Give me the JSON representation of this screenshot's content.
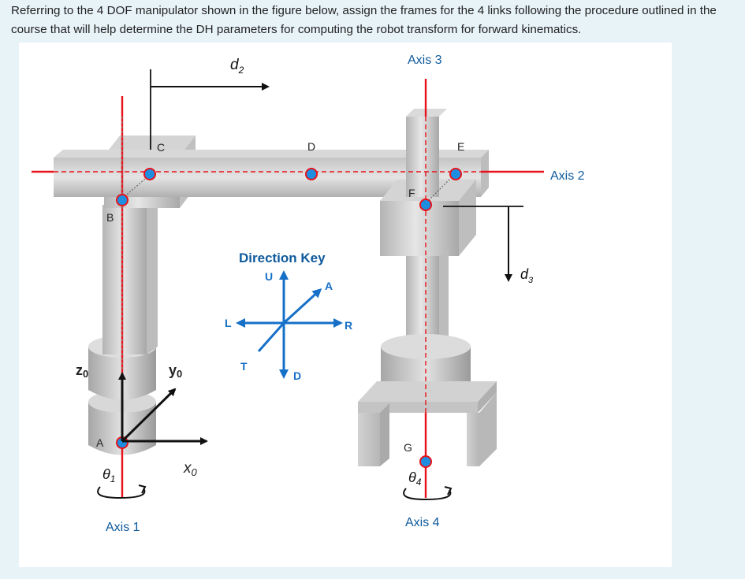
{
  "question": "Referring to the 4 DOF manipulator shown in the figure below, assign the frames for the 4 links following the procedure outlined in the course that will help determine the DH parameters for computing the robot transform for forward kinematics.",
  "axes": {
    "axis1": "Axis 1",
    "axis2": "Axis 2",
    "axis3": "Axis 3",
    "axis4": "Axis 4"
  },
  "joints": {
    "A": "A",
    "B": "B",
    "C": "C",
    "D": "D",
    "E": "E",
    "F": "F",
    "G": "G"
  },
  "variables": {
    "d2": "d",
    "d2_sub": "2",
    "d3": "d",
    "d3_sub": "3",
    "theta1": "θ",
    "theta1_sub": "1",
    "theta4": "θ",
    "theta4_sub": "4"
  },
  "frame0": {
    "z": "z",
    "z_sub": "0",
    "y": "y",
    "y_sub": "0",
    "x": "x",
    "x_sub": "0"
  },
  "direction_key": {
    "title": "Direction Key",
    "U": "U",
    "D": "D",
    "L": "L",
    "R": "R",
    "A": "A",
    "T": "T"
  },
  "colors": {
    "axis_red": "#e8121a",
    "joint_blue": "#1e8fe0",
    "key_blue": "#1670c8",
    "text_blue": "#0f5a9c"
  }
}
